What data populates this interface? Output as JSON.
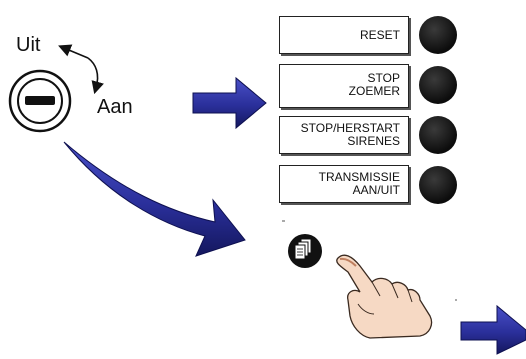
{
  "key_switch": {
    "label_off": "Uit",
    "label_on": "Aan"
  },
  "buttons": [
    {
      "label": "RESET",
      "led": "off"
    },
    {
      "label": "STOP\nZOEMER",
      "led": "off"
    },
    {
      "label": "STOP/HERSTART\nSIRENES",
      "led": "off"
    },
    {
      "label": "TRANSMISSIE\nAAN/UIT",
      "led": "off"
    }
  ],
  "icons": {
    "documents": "documents-icon",
    "pointing_hand": "pointing-hand-icon"
  },
  "colors": {
    "arrow_fill": "#2a2f9a",
    "arrow_shade": "#14175e",
    "led": "#111111"
  }
}
